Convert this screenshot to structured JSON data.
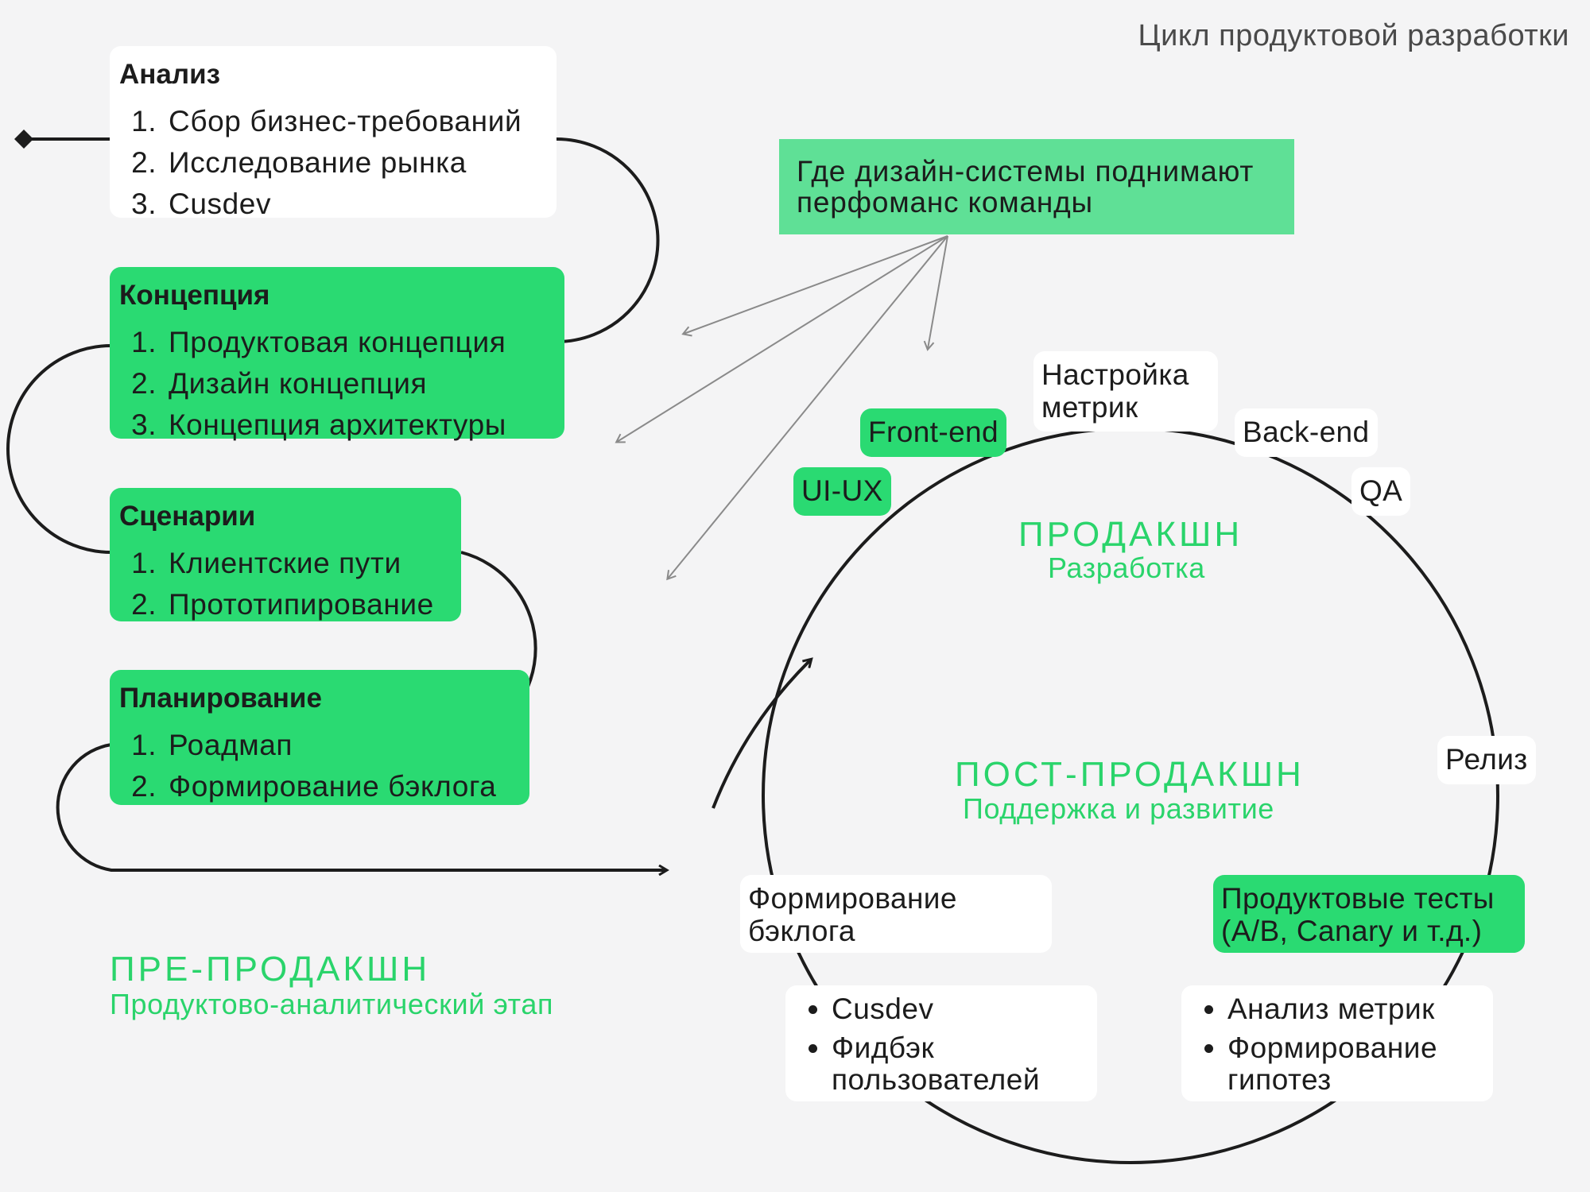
{
  "page": {
    "title": "Цикл продуктовой разработки"
  },
  "pre_production": {
    "title": "ПРЕ-ПРОДАКШН",
    "subtitle": "Продуктово-аналитический этап",
    "stages": [
      {
        "title": "Анализ",
        "items": [
          "Сбор бизнес-требований",
          "Исследование рынка",
          "Cusdev"
        ]
      },
      {
        "title": "Концепция",
        "items": [
          "Продуктовая концепция",
          "Дизайн концепция",
          "Концепция архитектуры"
        ]
      },
      {
        "title": "Сценарии",
        "items": [
          "Клиентские пути",
          "Прототипирование"
        ]
      },
      {
        "title": "Планирование",
        "items": [
          "Роадмап",
          "Формирование бэклога"
        ]
      }
    ]
  },
  "callout": {
    "text": "Где дизайн-системы поднимают перфоманс команды"
  },
  "production": {
    "title": "ПРОДАКШН",
    "subtitle": "Разработка",
    "labels": {
      "metrics": "Настройка метрик",
      "frontend": "Front-end",
      "backend": "Back-end",
      "uiux": "UI-UX",
      "qa": "QA",
      "release": "Релиз"
    }
  },
  "post_production": {
    "title": "ПОСТ-ПРОДАКШН",
    "subtitle": "Поддержка и развитие",
    "backlog_label": "Формирование бэклога",
    "tests_label": "Продуктовые тесты (A/B, Canary и т.д.)",
    "backlog_items": [
      "Cusdev",
      "Фидбэк пользователей"
    ],
    "tests_items": [
      "Анализ метрик",
      "Формирование гипотез"
    ]
  },
  "colors": {
    "accent": "#2ada72",
    "accent_text": "#2ad46b",
    "callout": "#5fe096",
    "background": "#f4f4f5"
  }
}
